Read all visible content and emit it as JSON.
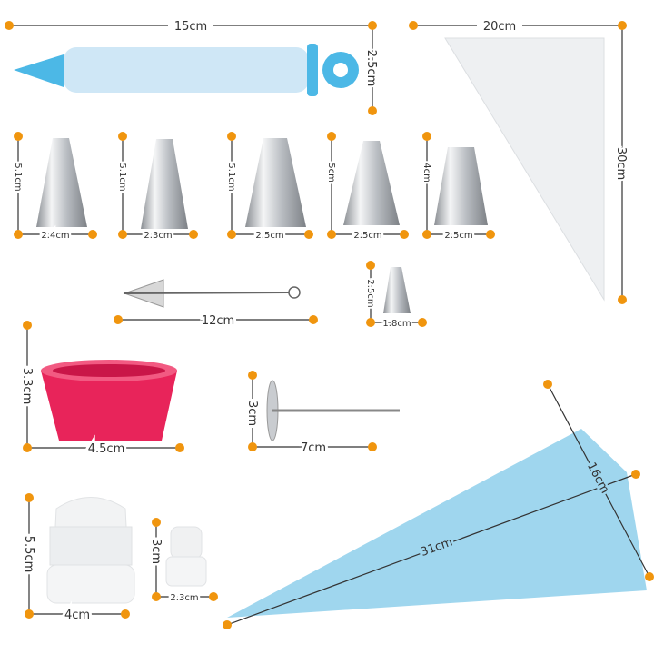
{
  "colors": {
    "dot": "#f0950e",
    "pen": "#bfe1f5",
    "pen_accent": "#4cb8e6",
    "cup": "#e8245a",
    "bag_blue": "#9fd6ee",
    "metal": "#c9ccd0"
  },
  "labels": {
    "pen_length": "15cm",
    "pen_diameter": "2.5cm",
    "bag_clear_width": "20cm",
    "bag_clear_height": "30cm",
    "tip1_height": "5.1cm",
    "tip1_width": "2.4cm",
    "tip2_height": "5.1cm",
    "tip2_width": "2.3cm",
    "tip3_height": "5.1cm",
    "tip3_width": "2.5cm",
    "tip4_height": "5cm",
    "tip4_width": "2.5cm",
    "tip5_height": "4cm",
    "tip5_width": "2.5cm",
    "brush_length": "12cm",
    "small_tip_height": "2.5cm",
    "small_tip_width": "1.8cm",
    "cup_height": "3.3cm",
    "cup_width": "4.5cm",
    "nail_diameter": "3cm",
    "nail_length": "7cm",
    "bag_blue_width": "16cm",
    "bag_blue_length": "31cm",
    "coupler_large_height": "5.5cm",
    "coupler_large_width": "4cm",
    "coupler_small_height": "3cm",
    "coupler_small_width": "2.3cm"
  }
}
